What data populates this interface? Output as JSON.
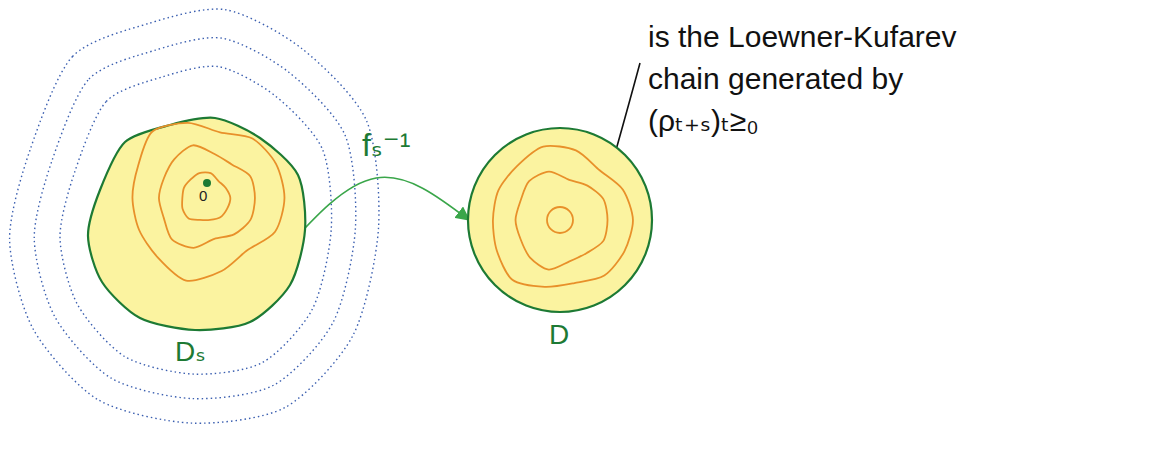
{
  "diagram": {
    "nodes": [
      {
        "text": [
          "0",
          "Dₛ"
        ]
      },
      {
        "text": [
          "D"
        ]
      }
    ],
    "edges": [
      {
        "from": 0,
        "to": 1,
        "arrow": "to",
        "label": "fₛ⁻¹"
      }
    ],
    "labels": [
      "is the Loewner-Kufarev chain generated by (ρₜ₊ₛ)ₜ≥₀"
    ]
  }
}
